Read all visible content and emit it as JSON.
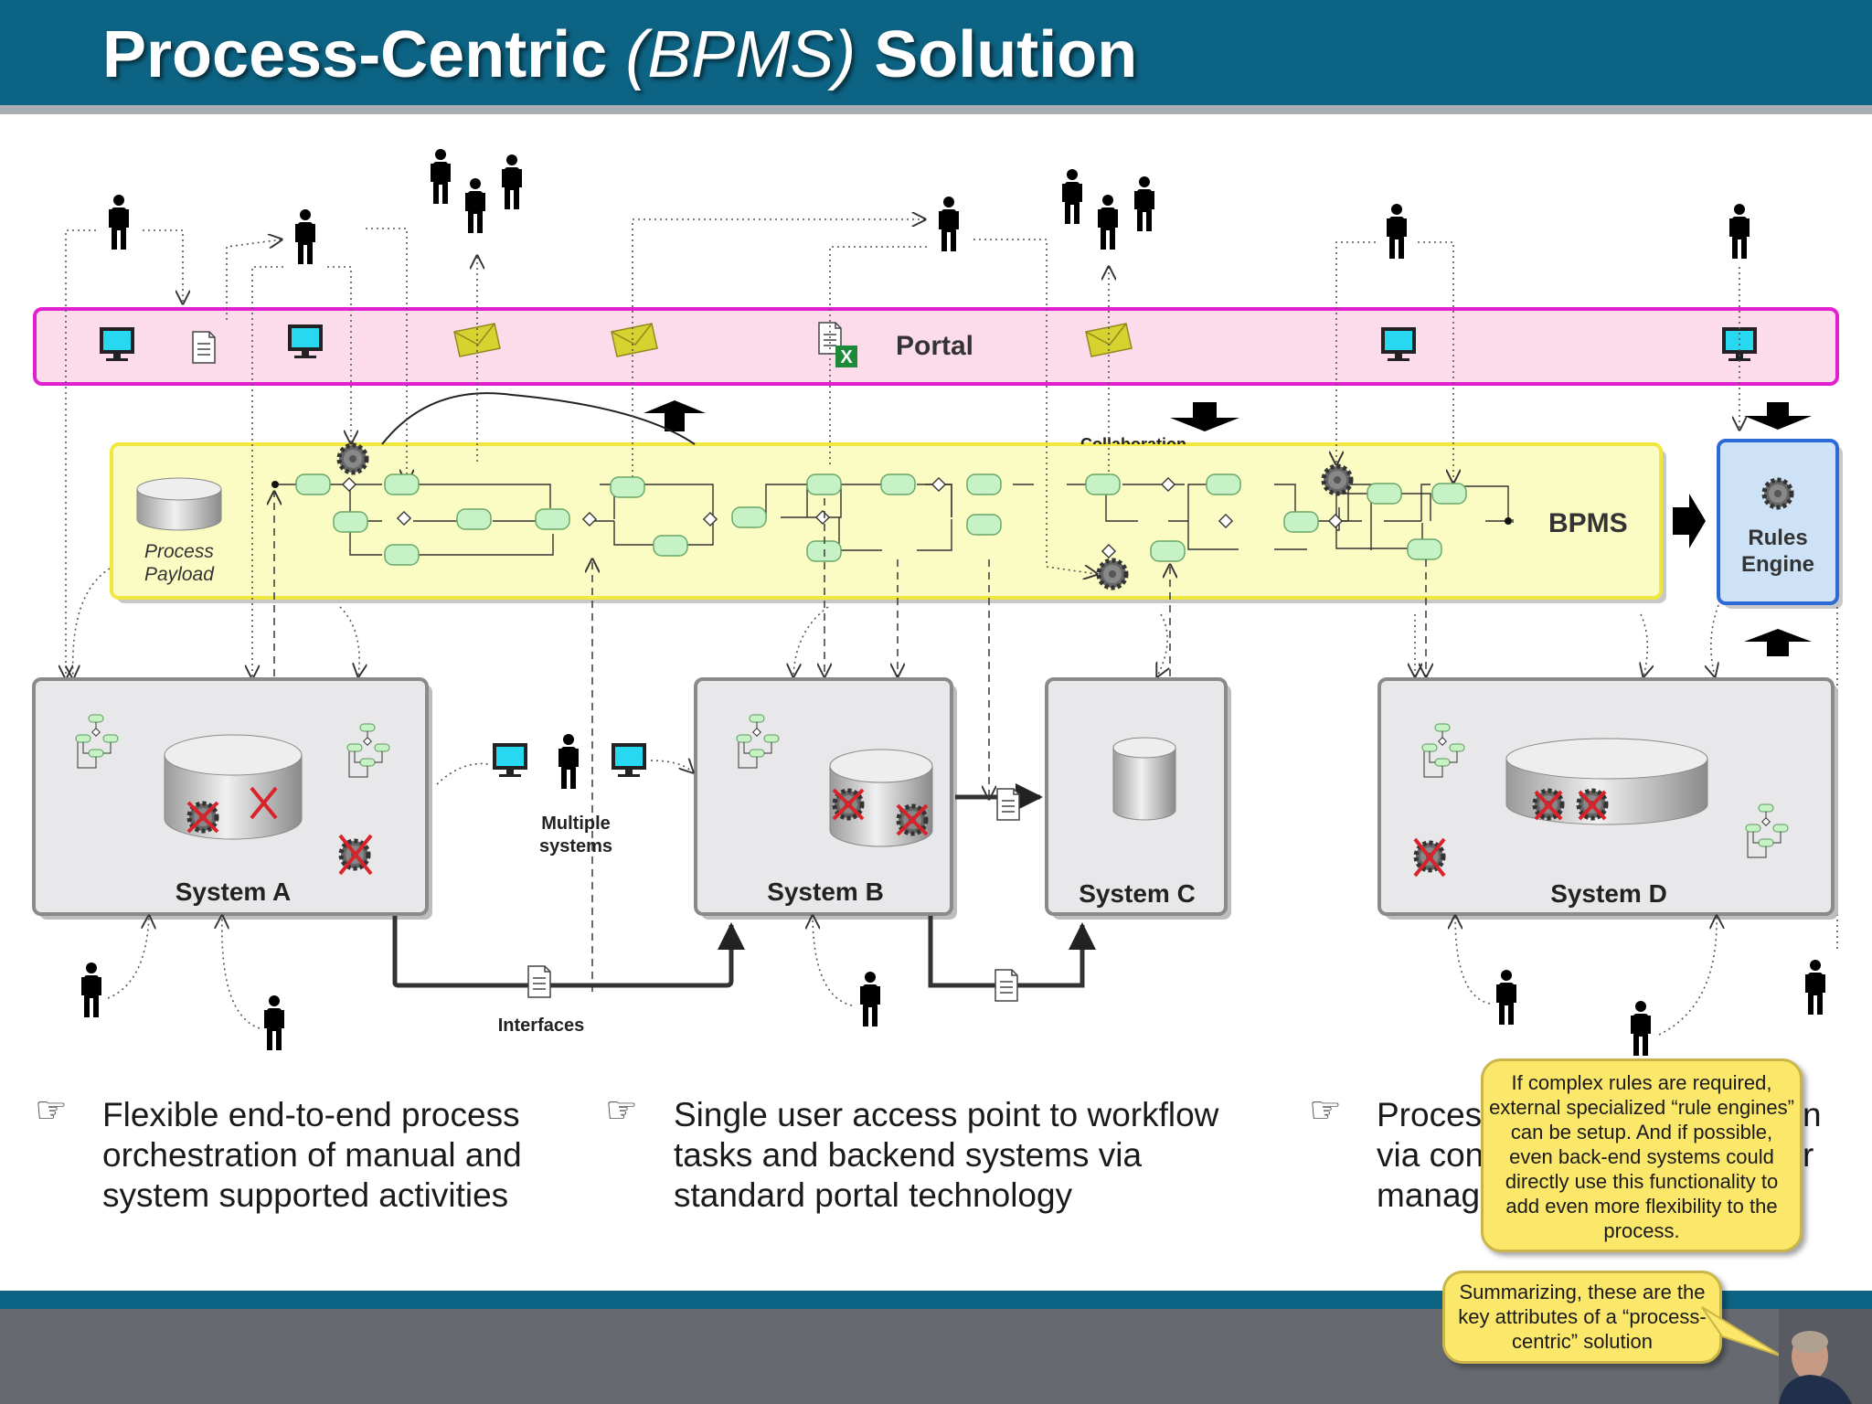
{
  "slide": {
    "title_main": "Process-Centric",
    "title_italic": "(BPMS)",
    "title_end": "Solution"
  },
  "diagram": {
    "portal_label": "Portal",
    "bpms_label": "BPMS",
    "rules_engine_label": "Rules Engine",
    "process_payload_label": "Process Payload",
    "collaboration_label": "Collaboration",
    "multiple_systems_label": "Multiple systems",
    "interfaces_label": "Interfaces",
    "systems": [
      {
        "name": "System A"
      },
      {
        "name": "System B"
      },
      {
        "name": "System C"
      },
      {
        "name": "System D"
      }
    ]
  },
  "bullets": [
    {
      "icon": "pointing-hand-icon",
      "lines": [
        "Flexible end-to-end process",
        "orchestration of manual and",
        "system supported activities"
      ]
    },
    {
      "icon": "pointing-hand-icon",
      "lines": [
        "Single user access point to workflow",
        "tasks and backend systems via",
        "standard portal technology"
      ]
    },
    {
      "icon": "pointing-hand-icon",
      "lines": [
        "Proces",
        "via con",
        "manag"
      ],
      "right_fragments": [
        "n",
        "r"
      ]
    }
  ],
  "callouts": {
    "rules": "If complex rules are required, external specialized “rule engines” can be setup. And if possible, even back-end systems could directly use this functionality to add even more flexibility to the process.",
    "summary": "Summarizing, these are the key attributes of a “process-centric” solution"
  },
  "colors": {
    "header": "#0d6383",
    "portal_fill": "#fcdcea",
    "portal_border": "#e01fd0",
    "bpms_fill": "#fbfbc4",
    "bpms_border": "#f0e840",
    "rules_fill": "#cde1f7",
    "rules_border": "#2e6ad6",
    "task_fill": "#c6f2c6",
    "callout_fill": "#fbe76a"
  }
}
